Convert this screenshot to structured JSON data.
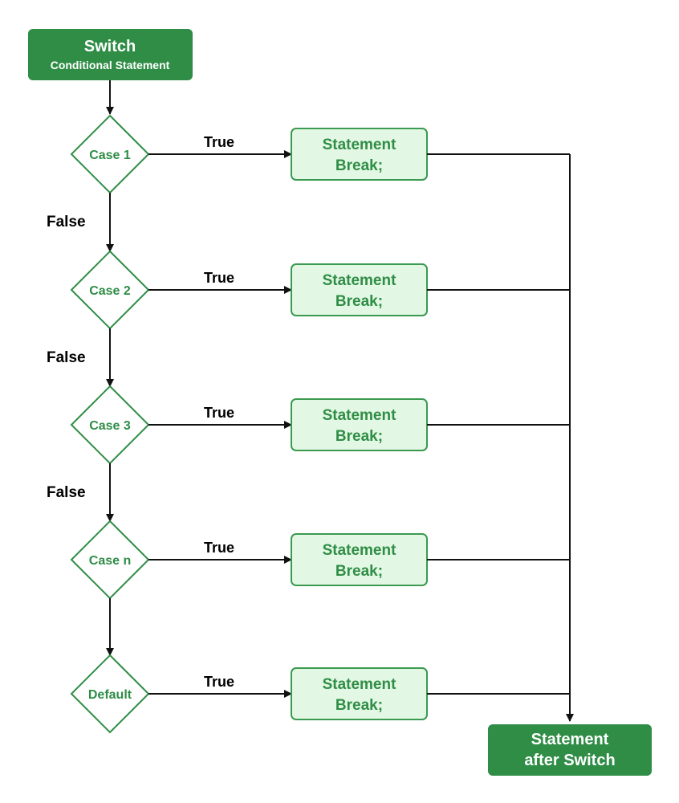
{
  "start": {
    "title": "Switch",
    "subtitle": "Conditional Statement"
  },
  "cases": [
    {
      "label": "Case 1",
      "true_label": "True",
      "statement": "Statement",
      "break": "Break;",
      "false_label": "False"
    },
    {
      "label": "Case 2",
      "true_label": "True",
      "statement": "Statement",
      "break": "Break;",
      "false_label": "False"
    },
    {
      "label": "Case 3",
      "true_label": "True",
      "statement": "Statement",
      "break": "Break;",
      "false_label": "False"
    },
    {
      "label": "Case n",
      "true_label": "True",
      "statement": "Statement",
      "break": "Break;"
    },
    {
      "label": "Default",
      "true_label": "True",
      "statement": "Statement",
      "break": "Break;"
    }
  ],
  "end": {
    "line1": "Statement",
    "line2": "after Switch"
  },
  "colors": {
    "dark_green": "#2f8d46",
    "light_green_fill": "#e3f8e4",
    "arrow": "#111111"
  }
}
